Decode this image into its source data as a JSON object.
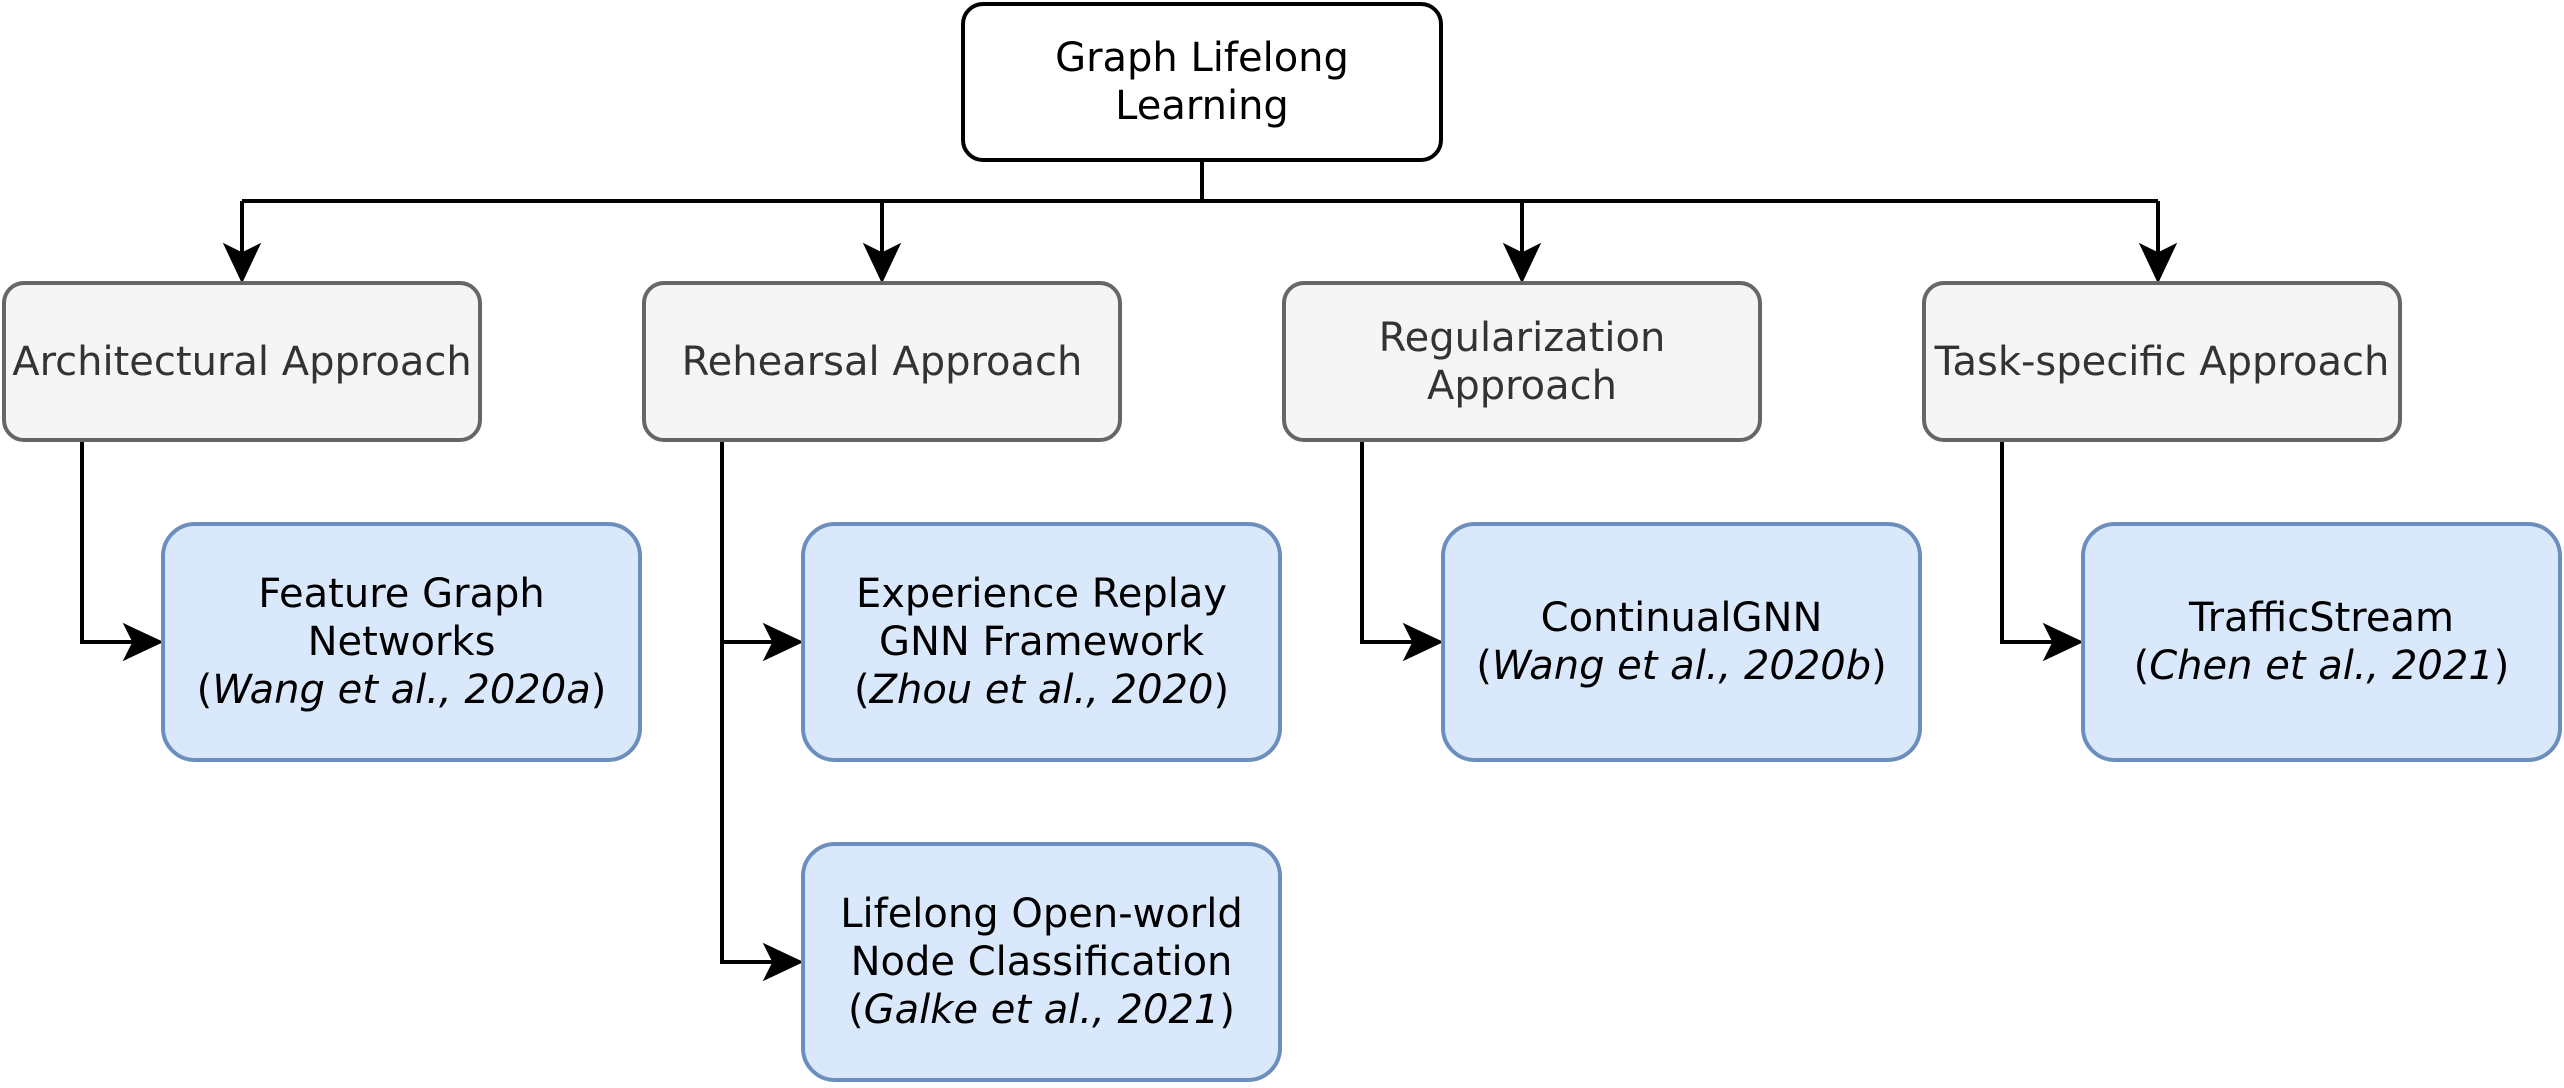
{
  "root": {
    "line1": "Graph Lifelong",
    "line2": "Learning"
  },
  "categories": {
    "architectural": {
      "line1": "Architectural Approach"
    },
    "rehearsal": {
      "line1": "Rehearsal Approach"
    },
    "regularization": {
      "line1": "Regularization",
      "line2": "Approach"
    },
    "task_specific": {
      "line1": "Task-specific Approach"
    }
  },
  "methods": {
    "feature_graph": {
      "line1": "Feature Graph",
      "line2": "Networks",
      "cite_open": "(",
      "cite": "Wang et al., 2020a",
      "cite_close": ")"
    },
    "experience_replay": {
      "line1": "Experience Replay",
      "line2": "GNN Framework",
      "cite_open": "(",
      "cite": "Zhou et al., 2020",
      "cite_close": ")"
    },
    "lifelong_open_world": {
      "line1": "Lifelong Open-world",
      "line2": "Node Classification",
      "cite_open": "(",
      "cite": "Galke et al., 2021",
      "cite_close": ")"
    },
    "continual_gnn": {
      "line1": "ContinualGNN",
      "cite_open": "(",
      "cite": "Wang et al., 2020b",
      "cite_close": ")"
    },
    "traffic_stream": {
      "line1": "TrafficStream",
      "cite_open": "(",
      "cite": "Chen et al., 2021",
      "cite_close": ")"
    }
  },
  "colors": {
    "root_border": "#000000",
    "category_fill": "#f5f5f5",
    "category_border": "#666666",
    "method_fill": "#dae8fc",
    "method_border": "#6c8ebf",
    "connector": "#000000"
  }
}
